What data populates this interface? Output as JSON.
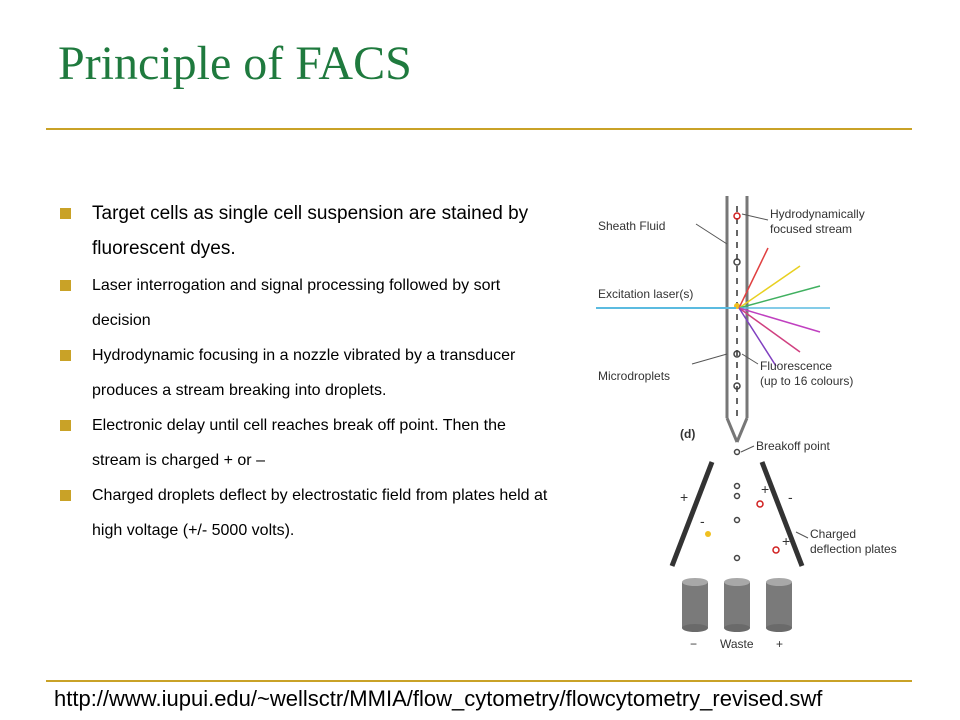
{
  "slide": {
    "title": "Principle of FACS",
    "bullets": [
      "Target cells as single cell suspension are stained by fluorescent dyes.",
      "Laser interrogation and signal processing followed by sort decision",
      "Hydrodynamic focusing in a nozzle vibrated by a transducer produces a stream breaking into droplets.",
      "Electronic delay until cell reaches break off point. Then the stream is charged + or –",
      "Charged droplets deflect by electrostatic field from plates held at high voltage (+/- 5000 volts)."
    ],
    "source_url": "http://www.iupui.edu/~wellsctr/MMIA/flow_cytometry/flowcytometry_revised.swf"
  },
  "diagram": {
    "sheath_fluid": "Sheath Fluid",
    "hydro_focused": [
      "Hydrodynamically",
      "focused stream"
    ],
    "excitation": "Excitation laser(s)",
    "microdroplets": "Microdroplets",
    "fluorescence": [
      "Fluorescence",
      "(up to 16 colours)"
    ],
    "panel_label": "(d)",
    "breakoff": "Breakoff point",
    "charged_plates": [
      "Charged",
      "deflection plates"
    ],
    "plus": "+",
    "minus": "-",
    "minus_label": "−",
    "waste": "Waste",
    "plus_label": "+"
  },
  "colors": {
    "title": "#1f7a3e",
    "accent": "#c9a227",
    "laser": "#5bbbe0"
  }
}
